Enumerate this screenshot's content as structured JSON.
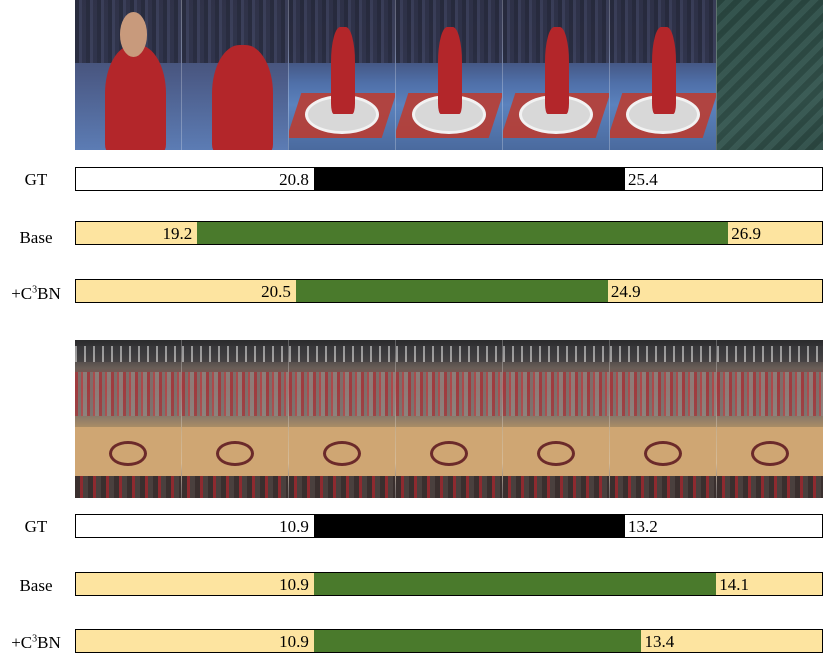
{
  "examples": [
    {
      "id": "shotput",
      "frames": [
        "frame-1",
        "frame-2",
        "frame-3",
        "frame-4",
        "frame-5",
        "frame-6",
        "frame-7"
      ],
      "rows": [
        {
          "label": "GT",
          "type": "gt",
          "start": "20.8",
          "end": "25.4",
          "start_frac": 0.318,
          "end_frac": 0.734
        },
        {
          "label": "Base",
          "type": "pred",
          "start": "19.2",
          "end": "26.9",
          "start_frac": 0.162,
          "end_frac": 0.872
        },
        {
          "label_prefix": "+C",
          "label_sup": "3",
          "label_suffix": "BN",
          "type": "pred",
          "start": "20.5",
          "end": "24.9",
          "start_frac": 0.294,
          "end_frac": 0.711
        }
      ]
    },
    {
      "id": "basketball",
      "frames": [
        "frame-1",
        "frame-2",
        "frame-3",
        "frame-4",
        "frame-5",
        "frame-6",
        "frame-7"
      ],
      "rows": [
        {
          "label": "GT",
          "type": "gt",
          "start": "10.9",
          "end": "13.2",
          "start_frac": 0.318,
          "end_frac": 0.734
        },
        {
          "label": "Base",
          "type": "pred",
          "start": "10.9",
          "end": "14.1",
          "start_frac": 0.318,
          "end_frac": 0.856
        },
        {
          "label_prefix": "+C",
          "label_sup": "3",
          "label_suffix": "BN",
          "type": "pred",
          "start": "10.9",
          "end": "13.4",
          "start_frac": 0.318,
          "end_frac": 0.756
        }
      ]
    }
  ]
}
